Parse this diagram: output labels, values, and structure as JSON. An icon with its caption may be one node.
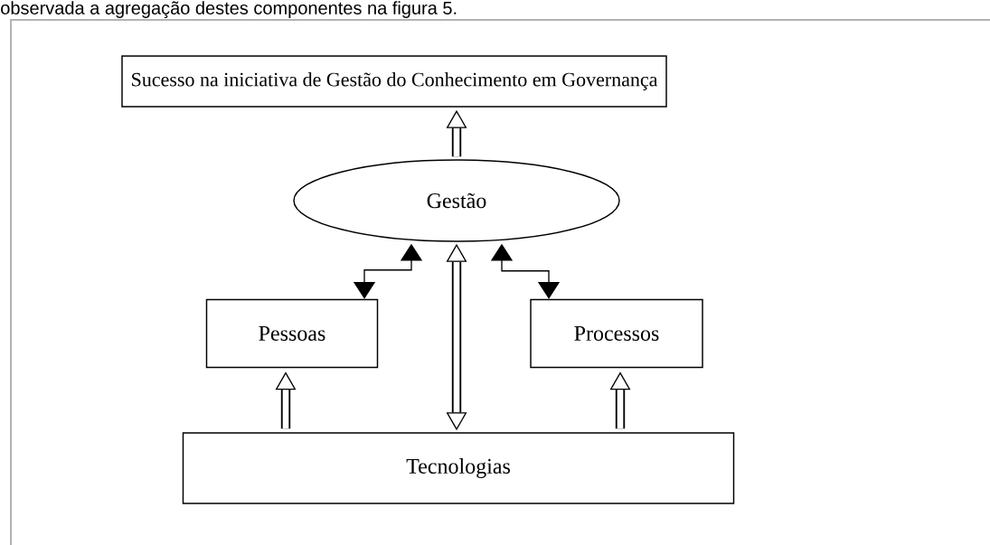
{
  "diagram": {
    "nodes": [
      {
        "text": [
          "Sucesso na iniciativa de Gestão do Conhecimento em Governança"
        ]
      },
      {
        "text": [
          "Gestão"
        ]
      },
      {
        "text": [
          "Pessoas"
        ]
      },
      {
        "text": [
          "Processos"
        ]
      },
      {
        "text": [
          "Tecnologias"
        ]
      }
    ],
    "edges": [
      {
        "from": 1,
        "to": 0,
        "arrow": "to"
      },
      {
        "from": 2,
        "to": 1,
        "arrow": "both"
      },
      {
        "from": 1,
        "to": 3,
        "arrow": "both"
      },
      {
        "from": 4,
        "to": 1,
        "arrow": "both"
      },
      {
        "from": 4,
        "to": 2,
        "arrow": "to"
      },
      {
        "from": 4,
        "to": 3,
        "arrow": "to"
      }
    ],
    "labels": [
      "observada a agregação destes componentes na figura 5."
    ]
  }
}
